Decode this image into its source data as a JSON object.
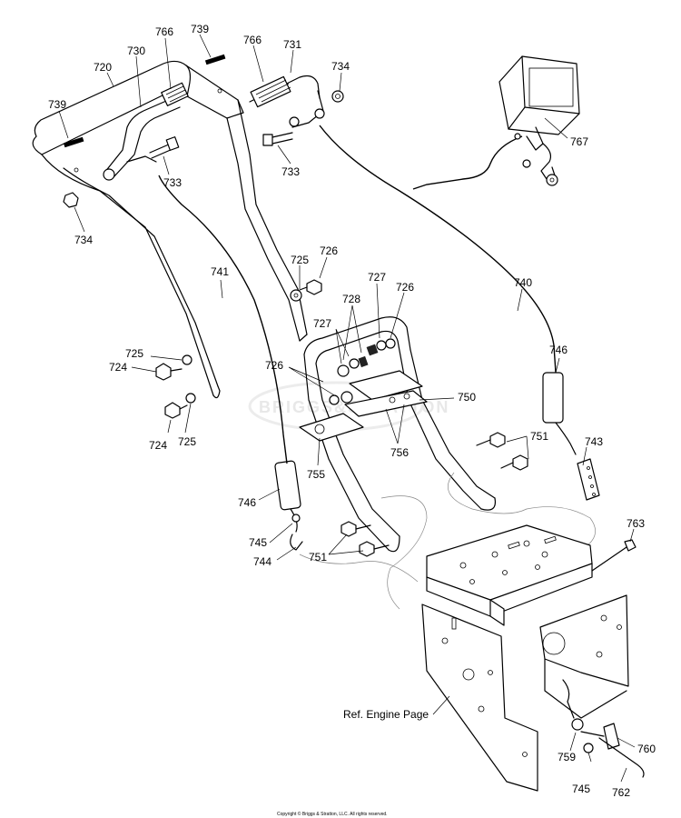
{
  "diagram": {
    "callouts": {
      "c720": "720",
      "c730": "730",
      "c766a": "766",
      "c739a": "739",
      "c766b": "766",
      "c731": "731",
      "c734a": "734",
      "c739b": "739",
      "c767": "767",
      "c733a": "733",
      "c733b": "733",
      "c734b": "734",
      "c726a": "726",
      "c725a": "725",
      "c741": "741",
      "c740": "740",
      "c727a": "727",
      "c728": "728",
      "c726b": "726",
      "c727b": "727",
      "c746a": "746",
      "c725b": "725",
      "c724a": "724",
      "c726c": "726",
      "c750": "750",
      "c724b": "724",
      "c725c": "725",
      "c751a": "751",
      "c756": "756",
      "c743": "743",
      "c755": "755",
      "c746b": "746",
      "c745a": "745",
      "c744": "744",
      "c751b": "751",
      "c763": "763",
      "c760": "760",
      "c759": "759",
      "c745b": "745",
      "c762": "762"
    },
    "reference_note": "Ref. Engine Page",
    "copyright": "Copyright © Briggs & Stratton, LLC. All rights reserved.",
    "watermark": "BRIGGS&STRATTON"
  }
}
